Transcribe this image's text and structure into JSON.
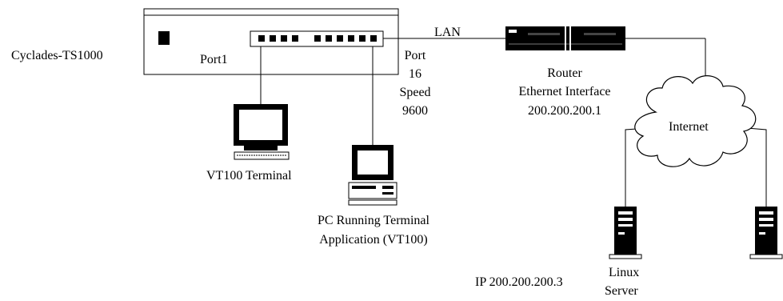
{
  "device": {
    "name": "Cyclades-TS1000",
    "port1_label": "Port1",
    "port16_label": "Port",
    "port16_number": "16",
    "speed_label": "Speed",
    "speed_value": "9600"
  },
  "lan": {
    "label": "LAN"
  },
  "router": {
    "title": "Router",
    "interface": "Ethernet Interface",
    "ip": "200.200.200.1"
  },
  "internet": {
    "label": "Internet"
  },
  "vt100_terminal": {
    "label": "VT100 Terminal"
  },
  "pc_terminal": {
    "line1": "PC Running Terminal",
    "line2": "Application (VT100)"
  },
  "linux_server": {
    "ip": "IP 200.200.200.3",
    "line1": "Linux",
    "line2": "Server"
  },
  "icons": [
    "terminal-server-icon",
    "router-icon",
    "cloud-icon",
    "crt-terminal-icon",
    "desktop-pc-icon",
    "server-tower-icon"
  ]
}
